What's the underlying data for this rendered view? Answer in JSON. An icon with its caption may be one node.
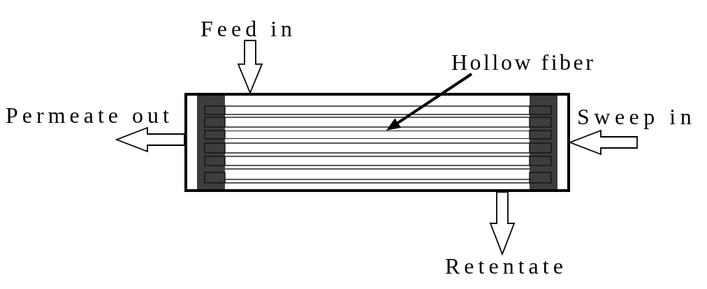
{
  "diagram": {
    "nodes": [
      {
        "text": [
          "Feed in"
        ]
      },
      {
        "text": [
          "Hollow fiber"
        ]
      },
      {
        "text": [
          "Permeate out"
        ]
      },
      {
        "text": [
          "Sweep in"
        ]
      },
      {
        "text": [],
        "shape": "box"
      },
      {
        "text": [],
        "shape": "bar",
        "in": 4
      },
      {
        "text": [
          "Retentate"
        ]
      }
    ],
    "edges": [
      {
        "from": 0,
        "to": 4,
        "arrow": "to",
        "style": "thick"
      },
      {
        "from": 1,
        "to": 5,
        "arrow": "to"
      },
      {
        "from": 4,
        "to": 2,
        "arrow": "to",
        "style": "thick"
      },
      {
        "from": 3,
        "to": 4,
        "arrow": "to",
        "style": "thick"
      },
      {
        "from": 4,
        "to": 6,
        "arrow": "to",
        "style": "thick"
      }
    ]
  }
}
